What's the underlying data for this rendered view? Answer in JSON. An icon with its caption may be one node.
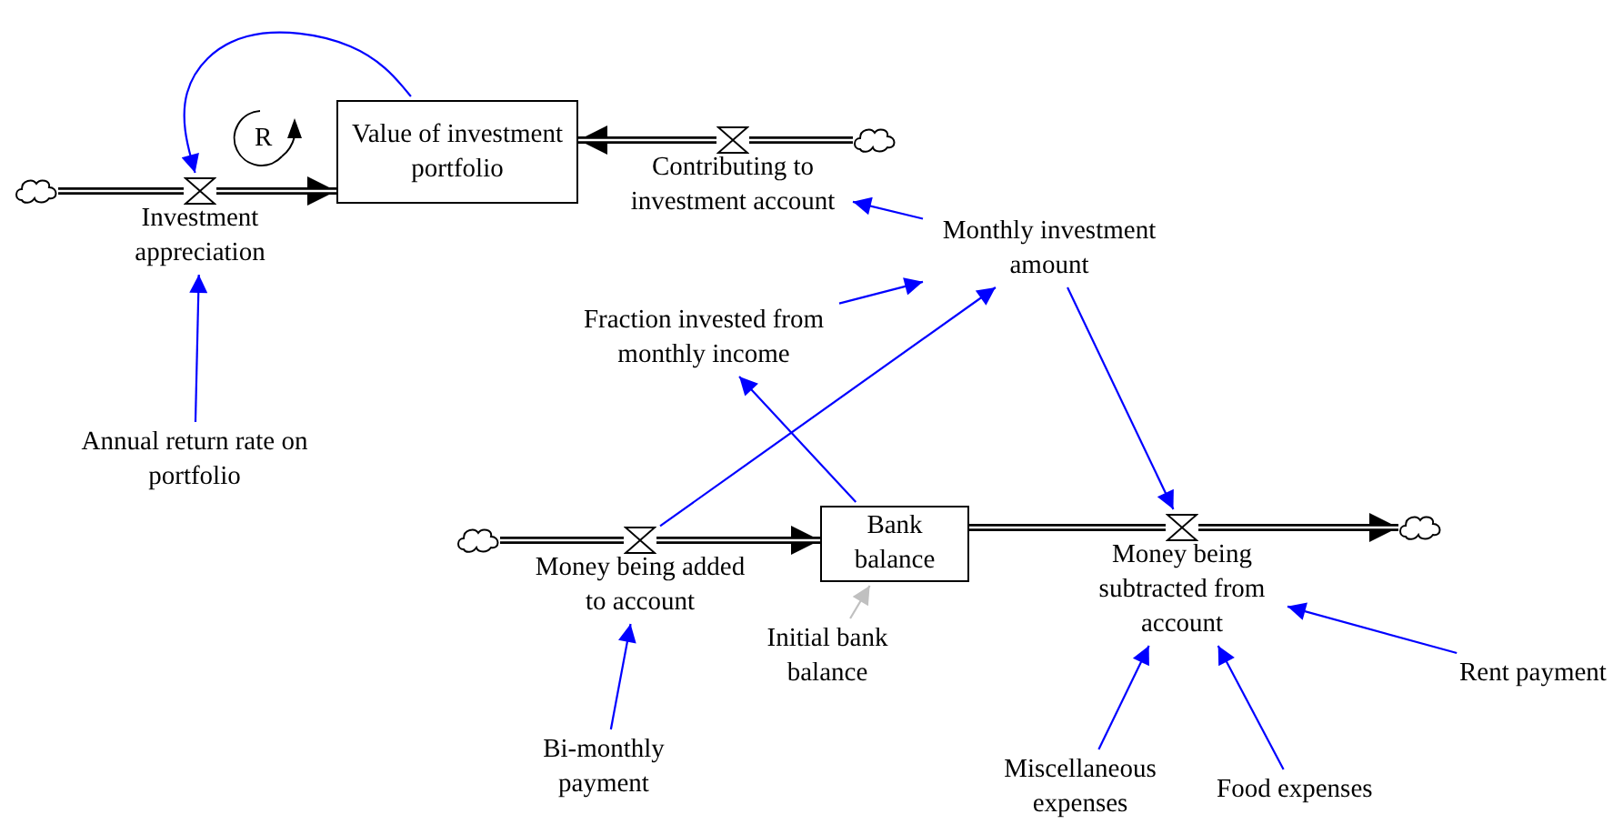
{
  "diagram": {
    "nodes": [
      {
        "text": [],
        "shape": "cloud"
      },
      {
        "text": [
          "Investment appreciation"
        ]
      },
      {
        "text": [
          "Value of investment portfolio"
        ]
      },
      {
        "text": [
          "Contributing to investment account"
        ]
      },
      {
        "text": [],
        "shape": "cloud"
      },
      {
        "text": [
          "Monthly investment amount"
        ]
      },
      {
        "text": [
          "Fraction invested from monthly income"
        ]
      },
      {
        "text": [
          "Annual return rate on portfolio"
        ]
      },
      {
        "text": [],
        "shape": "cloud"
      },
      {
        "text": [
          "Money being added to account"
        ]
      },
      {
        "text": [
          "Bank balance"
        ]
      },
      {
        "text": [
          "Money being subtracted from account"
        ]
      },
      {
        "text": [],
        "shape": "cloud"
      },
      {
        "text": [
          "Initial bank balance"
        ]
      },
      {
        "text": [
          "Bi-monthly payment"
        ]
      },
      {
        "text": [
          "Miscellaneous expenses"
        ]
      },
      {
        "text": [
          "Food expenses"
        ]
      },
      {
        "text": [
          "Rent payment"
        ]
      }
    ],
    "edges": [
      {
        "from": 0,
        "to": 1,
        "arrow": "none",
        "style": "thick",
        "color": "#000000"
      },
      {
        "from": 1,
        "to": 2,
        "arrow": "to",
        "style": "thick",
        "color": "#000000"
      },
      {
        "from": 4,
        "to": 3,
        "arrow": "none",
        "style": "thick",
        "color": "#000000"
      },
      {
        "from": 3,
        "to": 2,
        "arrow": "to",
        "style": "thick",
        "color": "#000000"
      },
      {
        "from": 8,
        "to": 9,
        "arrow": "none",
        "style": "thick",
        "color": "#000000"
      },
      {
        "from": 9,
        "to": 10,
        "arrow": "to",
        "style": "thick",
        "color": "#000000"
      },
      {
        "from": 10,
        "to": 11,
        "arrow": "none",
        "style": "thick",
        "color": "#000000"
      },
      {
        "from": 11,
        "to": 12,
        "arrow": "to",
        "style": "thick",
        "color": "#000000"
      },
      {
        "from": 2,
        "to": 1,
        "arrow": "to"
      },
      {
        "from": 7,
        "to": 1,
        "arrow": "to"
      },
      {
        "from": 5,
        "to": 3,
        "arrow": "to"
      },
      {
        "from": 6,
        "to": 5,
        "arrow": "to"
      },
      {
        "from": 9,
        "to": 5,
        "arrow": "to"
      },
      {
        "from": 10,
        "to": 6,
        "arrow": "to"
      },
      {
        "from": 5,
        "to": 11,
        "arrow": "to"
      },
      {
        "from": 13,
        "to": 10,
        "arrow": "to",
        "color": "#c0c0c0"
      },
      {
        "from": 14,
        "to": 9,
        "arrow": "to"
      },
      {
        "from": 15,
        "to": 11,
        "arrow": "to"
      },
      {
        "from": 16,
        "to": 11,
        "arrow": "to"
      },
      {
        "from": 17,
        "to": 11,
        "arrow": "to"
      }
    ],
    "labels": [
      "R"
    ]
  }
}
